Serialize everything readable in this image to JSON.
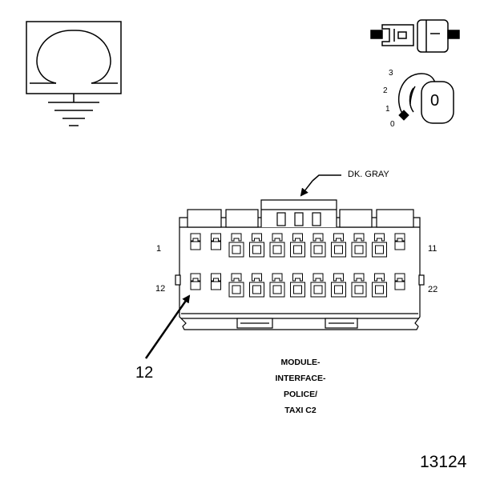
{
  "wire_color_callout": "DK. GRAY",
  "pin_labels": {
    "top_left": "1",
    "top_right": "11",
    "bottom_left": "12",
    "bottom_right": "22"
  },
  "pointer_callout": "12",
  "key_switch": {
    "positions": [
      "3",
      "2",
      "1",
      "0"
    ],
    "key_face": "0"
  },
  "connector_title": [
    "MODULE-",
    "INTERFACE-",
    "POLICE/",
    "TAXI C2"
  ],
  "figure_number": "13124",
  "colors": {
    "ink": "#000000",
    "background": "#ffffff"
  },
  "icons": [
    "ohmmeter-ground-symbol",
    "connector-plug-icon",
    "ignition-key-icon"
  ]
}
